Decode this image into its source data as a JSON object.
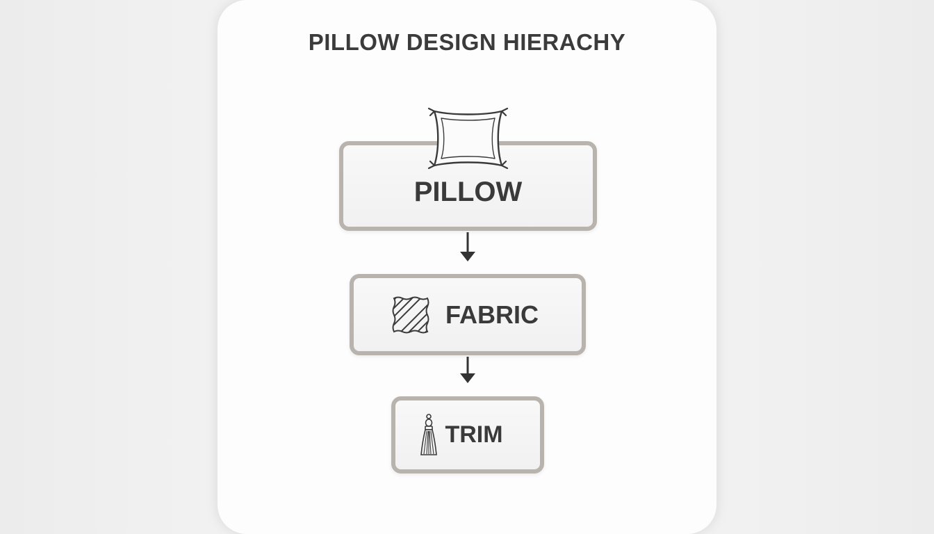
{
  "diagram": {
    "title": "PILLOW DESIGN HIERACHY",
    "nodes": [
      {
        "label": "PILLOW",
        "icon": "pillow-icon"
      },
      {
        "label": "FABRIC",
        "icon": "fabric-swatch-icon"
      },
      {
        "label": "TRIM",
        "icon": "tassel-icon"
      }
    ],
    "edges": [
      {
        "from": "PILLOW",
        "to": "FABRIC"
      },
      {
        "from": "FABRIC",
        "to": "TRIM"
      }
    ],
    "colors": {
      "node_border": "#b9b3ae",
      "text": "#3a3a3a",
      "arrow": "#333333",
      "card": "#fdfdfd",
      "background": "#efefef"
    }
  }
}
